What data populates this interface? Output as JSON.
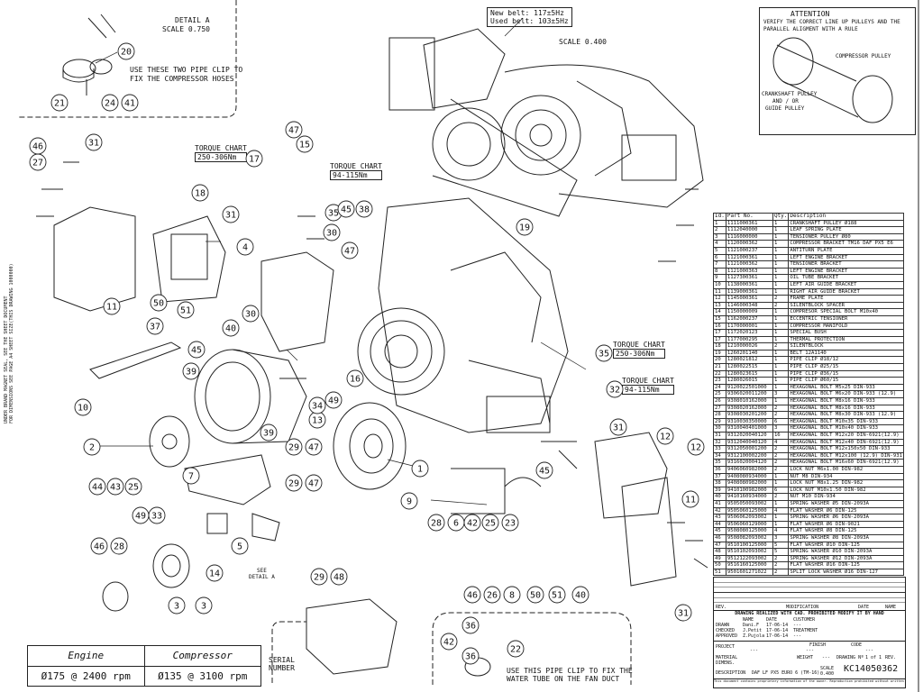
{
  "detail_a": {
    "title": "DETAIL A",
    "scale": "SCALE 0.750",
    "note_line1": "USE THESE TWO PIPE CLIP TO",
    "note_line2": "FIX THE COMPRESSOR HOSES"
  },
  "belt_box": {
    "new_belt": "New belt: 117±5Hz",
    "used_belt": "Used belt: 103±5Hz",
    "scale": "SCALE 0.400"
  },
  "attention": {
    "title": "ATTENTION",
    "line1": "VERIFY THE CORRECT LINE UP PULLEYS AND THE",
    "line2": "PARALLEL ALIGMENT WITH A RULE",
    "compressor_pulley": "COMPRESSOR PULLEY",
    "crank_line1": "CRANKSHAFT PULLEY",
    "crank_line2": "AND / OR",
    "crank_line3": "GUIDE PULLEY"
  },
  "torque_charts": [
    {
      "title": "TORQUE CHART",
      "value": "250-306Nm"
    },
    {
      "title": "TORQUE CHART",
      "value": "94-115Nm"
    },
    {
      "title": "TORQUE CHART",
      "value": "250-306Nm"
    },
    {
      "title": "TORQUE CHART",
      "value": "94-115Nm"
    }
  ],
  "callouts": [
    "20",
    "21",
    "24",
    "41",
    "31",
    "46",
    "27",
    "18",
    "31",
    "11",
    "50",
    "51",
    "40",
    "37",
    "45",
    "10",
    "4",
    "30",
    "47",
    "15",
    "17",
    "35",
    "30",
    "47",
    "45",
    "38",
    "39",
    "13",
    "2",
    "7",
    "44",
    "43",
    "25",
    "49",
    "33",
    "46",
    "28",
    "3",
    "14",
    "5",
    "34",
    "49",
    "39",
    "29",
    "47",
    "29",
    "47",
    "29",
    "48",
    "16",
    "1",
    "35",
    "32",
    "12",
    "31",
    "45",
    "28",
    "6",
    "42",
    "25",
    "23",
    "46",
    "26",
    "8",
    "50",
    "51",
    "40",
    "11",
    "9",
    "19",
    "36",
    "42",
    "22",
    "36",
    "12",
    "31",
    "3"
  ],
  "see_detail": {
    "line1": "SEE",
    "line2": "DETAIL A"
  },
  "serial_number": {
    "line1": "SERIAL",
    "line2": "NUMBER"
  },
  "pipe_clip_note": {
    "line1": "USE THIS PIPE CLIP TO FIX THE",
    "line2": "WATER TUBE ON THE FAN DUCT"
  },
  "side_note": {
    "line1": "UNDER BRAND MAGNET SEAL, SEE THE SHEET DOCUMENT",
    "line2": "FOR DIMENSIONS SEE PAGE A4 SHEET SIZE(THIS DRAWING 1000000)"
  },
  "parts_table": {
    "headers": [
      "Id.",
      "Part No.",
      "Qty.",
      "Description"
    ],
    "rows": [
      [
        "1",
        "1111000361",
        "1",
        "CRANKSHAFT PULLEY Ø188"
      ],
      [
        "2",
        "1112040000",
        "1",
        "LEAF SPRING PLATE"
      ],
      [
        "3",
        "1116000000",
        "1",
        "TENSIONER PULLEY Ø80"
      ],
      [
        "4",
        "1120000362",
        "1",
        "COMPRESSOR BRACKET TM16 DAF PX5 E6"
      ],
      [
        "5",
        "1121000237",
        "1",
        "ANTITURN PLATE"
      ],
      [
        "6",
        "1121000361",
        "1",
        "LEFT ENGINE BRACKET"
      ],
      [
        "7",
        "1121000362",
        "1",
        "TENSIONER BRACKET"
      ],
      [
        "8",
        "1121000363",
        "1",
        "LEFT ENGINE BRACKET"
      ],
      [
        "9",
        "1127300361",
        "1",
        "OIL TUBE BRACKET"
      ],
      [
        "10",
        "1138000361",
        "1",
        "LEFT AIR GUIDE BRACKET"
      ],
      [
        "11",
        "1139000361",
        "1",
        "RIGHT AIR GUIDE BRACKET"
      ],
      [
        "12",
        "1145000361",
        "2",
        "FRAME PLATE"
      ],
      [
        "13",
        "1146000348",
        "2",
        "SILENTBLOCK SPACER"
      ],
      [
        "14",
        "1150000009",
        "1",
        "COMPRESOR SPECIAL BOLT M10x40"
      ],
      [
        "15",
        "1162000237",
        "1",
        "ECCENTRIC TENSIONER"
      ],
      [
        "16",
        "1170000001",
        "1",
        "COMPRESSOR MANIFOLD"
      ],
      [
        "17",
        "1172020123",
        "1",
        "SPECIAL BUSH"
      ],
      [
        "17",
        "1177000295",
        "1",
        "THERMAL PROTECTION"
      ],
      [
        "18",
        "1210000026",
        "2",
        "SILENTBLOCK"
      ],
      [
        "19",
        "1260201140",
        "1",
        "BELT 12A1140"
      ],
      [
        "20",
        "1280021812",
        "1",
        "PIPE CLIP Ø18/12"
      ],
      [
        "21",
        "1280022515",
        "1",
        "PIPE CLIP Ø25/15"
      ],
      [
        "22",
        "1280023615",
        "1",
        "PIPE CLIP Ø36/15"
      ],
      [
        "23",
        "1280026015",
        "1",
        "PIPE CLIP Ø60/15"
      ],
      [
        "24",
        "9120022501000",
        "1",
        "HEXAGONAL BOLT M5x25 DIN-933"
      ],
      [
        "25",
        "9306020011200",
        "3",
        "HEXAGONAL BOLT M6x20 DIN-933 (12.9)"
      ],
      [
        "26",
        "9308010162000",
        "1",
        "HEXAGONAL BOLT M8x16 DIN-933"
      ],
      [
        "27",
        "9308020162000",
        "2",
        "HEXAGONAL BOLT M8x16 DIN-933"
      ],
      [
        "28",
        "9308030201200",
        "2",
        "HEXAGONAL BOLT M8x30 DIN-933 (12.9)"
      ],
      [
        "29",
        "9310030350000",
        "6",
        "HEXAGONAL BOLT M10x35 DIN-933"
      ],
      [
        "30",
        "9310040401000",
        "3",
        "HEXAGONAL BOLT M10x40 DIN-933"
      ],
      [
        "31",
        "9312020040120",
        "16",
        "HEXAGONAL BOLT M12x20 DIN-6921(12.9)"
      ],
      [
        "32",
        "9312040040120",
        "4",
        "HEXAGONAL BOLT M12x40 DIN-6921(12.9)"
      ],
      [
        "33",
        "9312050001200",
        "2",
        "HEXAGONAL BOLT M12x150x50 DIN-933"
      ],
      [
        "34",
        "9312100002200",
        "2",
        "HEXAGONAL BOLT M12x100 (12.9) DIN-931"
      ],
      [
        "35",
        "9316020004120",
        "2",
        "HEXAGONAL BOLT M16x60 DIN-6921(12.9)"
      ],
      [
        "36",
        "9406060982000",
        "2",
        "LOCK NUT M6x1.00 DIN-982"
      ],
      [
        "37",
        "9408080934000",
        "1",
        "NUT M8 DIN-934"
      ],
      [
        "38",
        "9408080982000",
        "1",
        "LOCK NUT M8x1.25 DIN-982"
      ],
      [
        "39",
        "9410100982000",
        "6",
        "LOCK NUT M10x1.50 DIN-982"
      ],
      [
        "40",
        "9410160934000",
        "2",
        "NUT M10 DIN-934"
      ],
      [
        "41",
        "9505050093002",
        "1",
        "SPRING WASHER Ø5 DIN-2093A"
      ],
      [
        "42",
        "9505060125000",
        "4",
        "FLAT WASHER Ø6 DIN-125"
      ],
      [
        "43",
        "9506062093002",
        "1",
        "SPRING WASHER Ø6 DIN-2093A"
      ],
      [
        "44",
        "9506060129000",
        "1",
        "FLAT WASHER Ø6 DIN-9021"
      ],
      [
        "45",
        "9508080125000",
        "4",
        "FLAT WASHER Ø8 DIN-125"
      ],
      [
        "46",
        "9508082093002",
        "3",
        "SPRING WASHER Ø8 DIN-2093A"
      ],
      [
        "47",
        "9510100125000",
        "5",
        "FLAT WASHER Ø10 DIN-125"
      ],
      [
        "48",
        "9510102093002",
        "5",
        "SPRING WASHER Ø10 DIN-2093A"
      ],
      [
        "49",
        "9512122093002",
        "2",
        "SPRING WASHER Ø12 DIN-2093A"
      ],
      [
        "50",
        "9516160125000",
        "2",
        "FLAT WASHER Ø16 DIN-125"
      ],
      [
        "51",
        "9501601271022",
        "2",
        "SPLIT LOCK WASHER Ø16 DIN-127"
      ]
    ]
  },
  "title_block": {
    "modification": "MODIFICATION",
    "date": "DATE",
    "name": "NAME",
    "rev": "REV.",
    "notice": "DRAWING REALIZED WITH CAD. PROHIBITED MODIFY IT BY HAND",
    "col_name": "NAME",
    "col_date": "DATE",
    "customer": "CUSTOMER",
    "drawn_label": "DRAWN",
    "drawn_name": "Dani.F",
    "drawn_date": "17-06-14",
    "checked_label": "CHECKED",
    "checked_name": "J.Petit",
    "checked_date": "17-06-14",
    "approved_label": "APPROVED",
    "approved_name": "Z.Pujola",
    "approved_date": "17-06-14",
    "treatment": "TREATMENT",
    "project": "PROJECT",
    "finish": "FINISH",
    "code": "CODE",
    "dimens": "DIMENS.",
    "material": "MATERIAL",
    "weight": "WEIGHT",
    "description": "DESCRIPTION",
    "description_value": "DAF LF PX5 EURO 6 (TM-16)",
    "scale_label": "SCALE",
    "scale_value": "0.400",
    "drawing_no": "DRAWING Nº",
    "sheet": "1 of 1",
    "rev_label": "REV.",
    "drawing_code": "KC14050362",
    "dash": "---",
    "footer": "This document contains proprietary information of the owner. Reproduction prohibited without written consent."
  },
  "perf_table": {
    "h1": "Engine",
    "h2": "Compressor",
    "v1": "Ø175 @ 2400 rpm",
    "v2": "Ø135 @ 3100 rpm"
  }
}
